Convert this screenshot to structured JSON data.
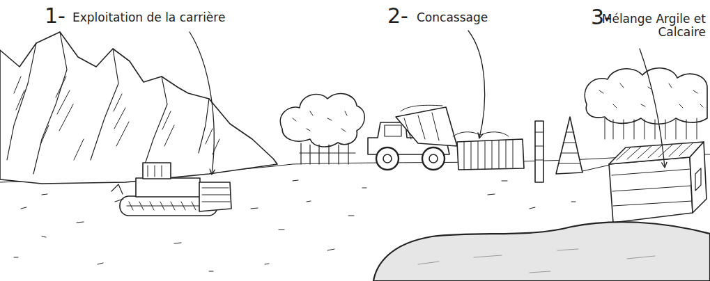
{
  "diagram": {
    "labels": [
      "1-",
      "Exploitation de la carrière",
      "2-",
      "Concassage",
      "3-",
      "Mélange Argile et Calcaire"
    ]
  }
}
